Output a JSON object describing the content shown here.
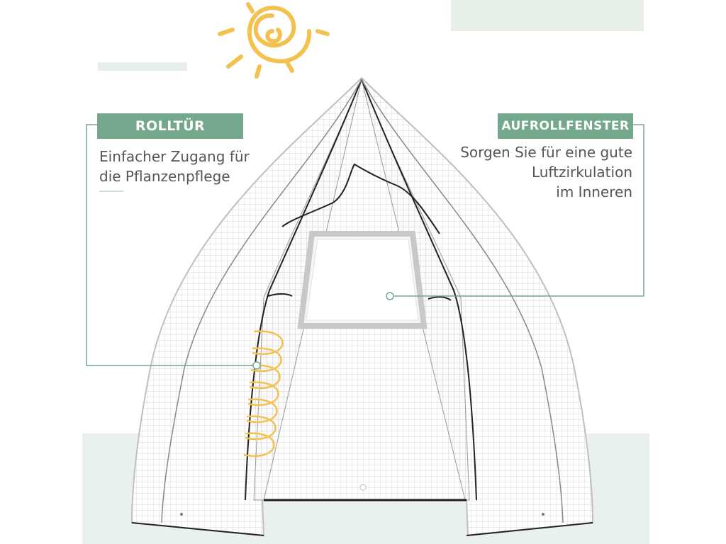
{
  "door_label": "ROLLTÜR",
  "door_description_lines": [
    "Einfacher Zugang für",
    "die Pflanzenpflege"
  ],
  "window_label": "AUFROLLFENSTER",
  "window_description_lines": [
    "Sorgen Sie für eine gute",
    "Luftzirkulation",
    "im Inneren"
  ],
  "colors": {
    "accent": "#73a88d",
    "sun": "#f2c14e",
    "background_tint": "#e7efe9",
    "text": "#555555"
  },
  "icons": [
    "sun-icon"
  ]
}
